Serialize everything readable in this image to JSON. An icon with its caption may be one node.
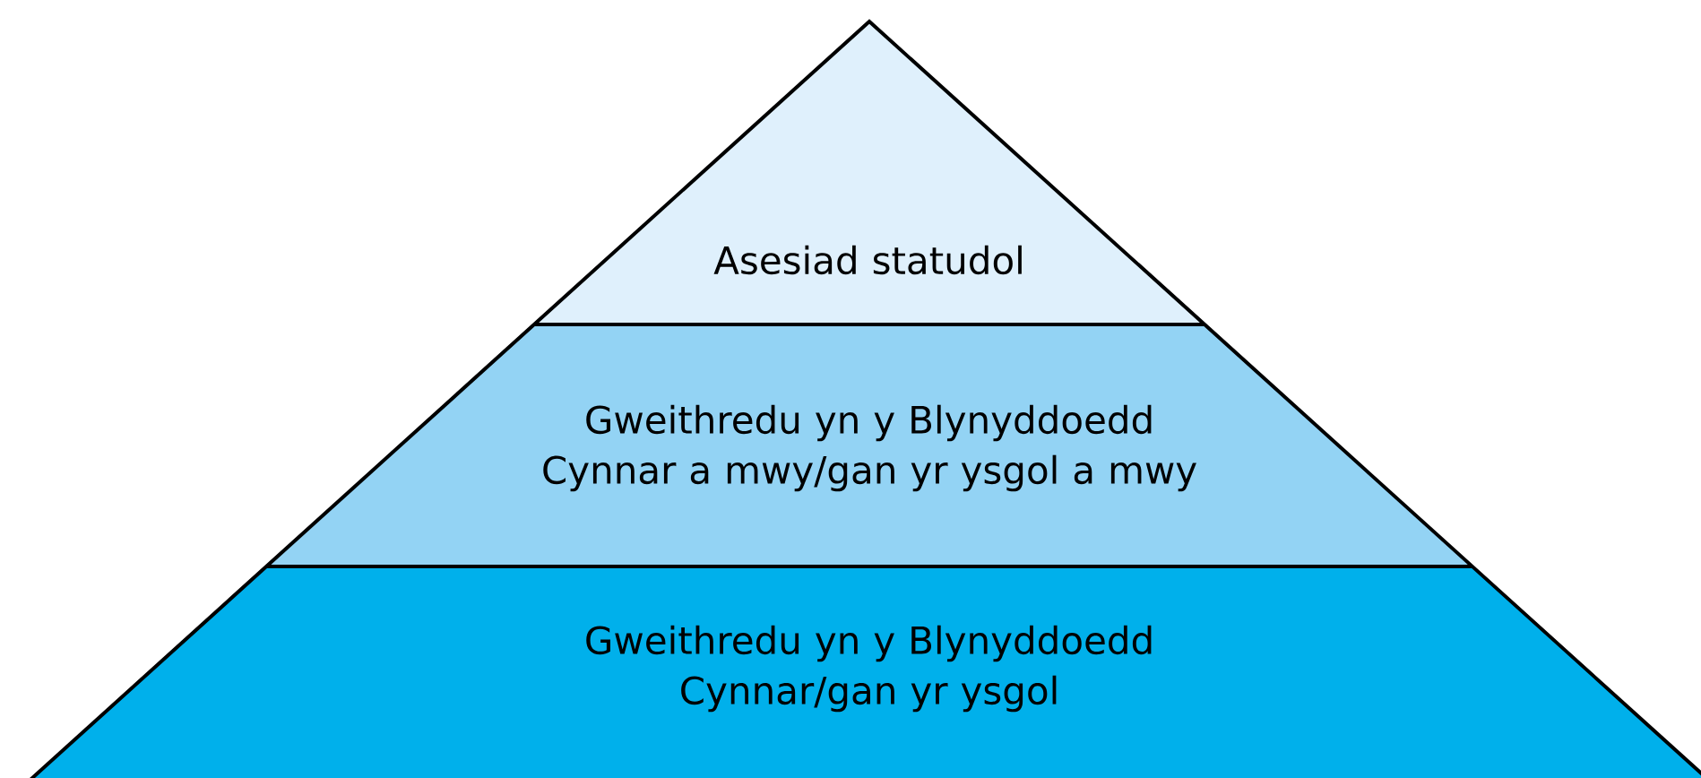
{
  "diagram": {
    "nodes": [
      {
        "text": [
          "Asesiad statudol"
        ]
      },
      {
        "text": [
          "Gweithredu yn y Blynyddoedd Cynnar a mwy/gan yr ysgol a mwy"
        ]
      },
      {
        "text": [
          "Gweithredu yn y Blynyddoedd Cynnar/gan yr ysgol"
        ]
      }
    ]
  }
}
